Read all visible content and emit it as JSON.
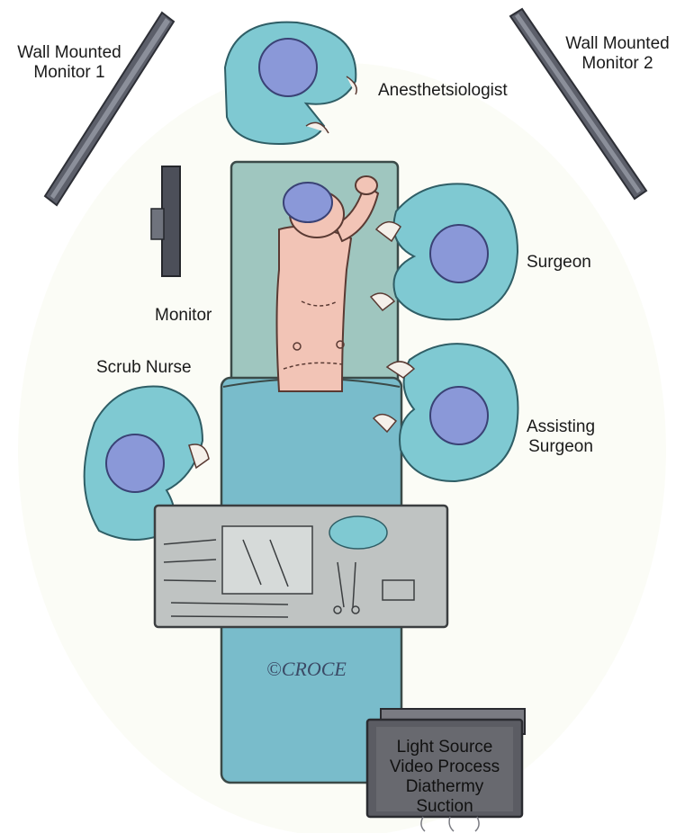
{
  "labels": {
    "wall_monitor_1": [
      "Wall Mounted",
      "Monitor 1"
    ],
    "wall_monitor_2": [
      "Wall Mounted",
      "Monitor 2"
    ],
    "anesthesiologist": "Anesthetsiologist",
    "surgeon": "Surgeon",
    "monitor": "Monitor",
    "scrub_nurse": "Scrub Nurse",
    "assisting_surgeon": [
      "Assisting",
      "Surgeon"
    ],
    "equipment_tower": [
      "Light Source",
      "Video Process",
      "Diathermy",
      "Suction"
    ]
  },
  "signature": "©CROCE",
  "colors": {
    "gown": "#7fc9d2",
    "gown_dark": "#5aa9b6",
    "cap": "#8a98d8",
    "table": "#9fc6bf",
    "drape": "#79bccb",
    "skin": "#f2c4b6",
    "instrument_tray": "#bfc3c2",
    "monitor_dark": "#4c4f59",
    "tower": "#5b5c63"
  }
}
